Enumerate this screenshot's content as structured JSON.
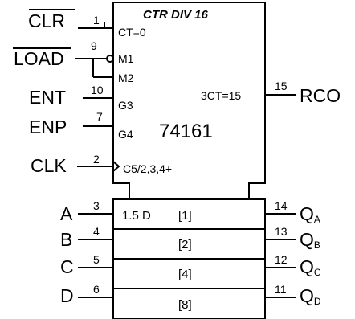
{
  "ic": {
    "title": "CTR DIV 16",
    "part_number": "74161",
    "outputs": {
      "rco": {
        "pin": "15",
        "inner": "3CT=15",
        "signal": "RCO"
      }
    },
    "control_inputs": [
      {
        "signal": "CLR",
        "overbar": true,
        "pin": "1",
        "inner": "CT=0"
      },
      {
        "signal": "LOAD",
        "overbar": true,
        "pin": "9",
        "inner_m1": "M1",
        "inner_m2": "M2"
      },
      {
        "signal": "ENT",
        "pin": "10",
        "inner": "G3"
      },
      {
        "signal": "ENP",
        "pin": "7",
        "inner": "G4"
      },
      {
        "signal": "CLK",
        "pin": "2",
        "inner": "C5/2,3,4+"
      }
    ],
    "data_bits": [
      {
        "in_signal": "A",
        "in_pin": "3",
        "cell": "[1]",
        "cell_prefix": "1.5 D",
        "out_pin": "14",
        "q": "Q",
        "q_sub": "A"
      },
      {
        "in_signal": "B",
        "in_pin": "4",
        "cell": "[2]",
        "out_pin": "13",
        "q": "Q",
        "q_sub": "B"
      },
      {
        "in_signal": "C",
        "in_pin": "5",
        "cell": "[4]",
        "out_pin": "12",
        "q": "Q",
        "q_sub": "C"
      },
      {
        "in_signal": "D",
        "in_pin": "6",
        "cell": "[8]",
        "out_pin": "11",
        "q": "Q",
        "q_sub": "D"
      }
    ]
  }
}
